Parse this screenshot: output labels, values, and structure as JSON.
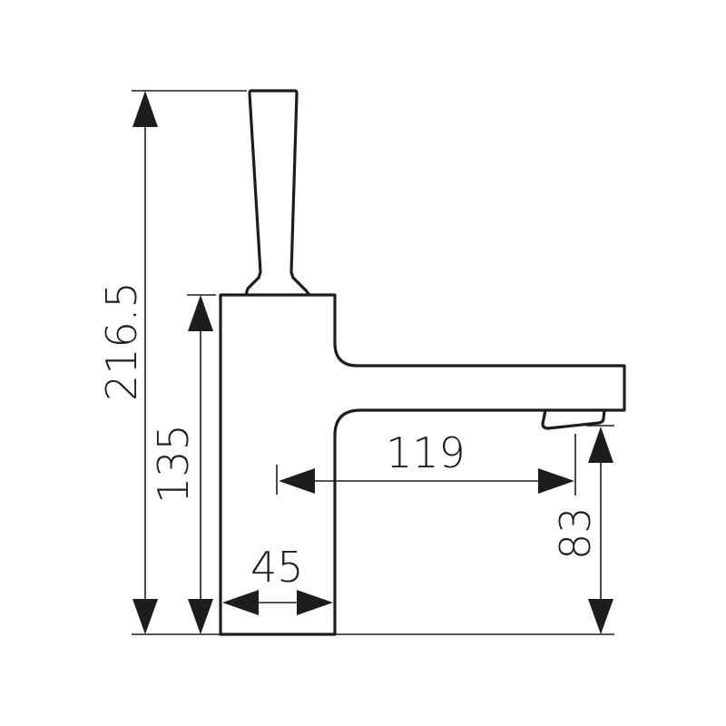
{
  "title": "Basin tap dimension drawing",
  "colors": {
    "line": "#1d1d1b",
    "background": "#ffffff"
  },
  "dimensions": {
    "overall_height": {
      "label": "216.5",
      "orientation": "vertical"
    },
    "body_height": {
      "label": "135",
      "orientation": "vertical"
    },
    "spout_reach": {
      "label": "119",
      "orientation": "horizontal"
    },
    "spout_height": {
      "label": "83",
      "orientation": "vertical"
    },
    "body_width": {
      "label": "45",
      "orientation": "horizontal"
    }
  },
  "parts": [
    "handle",
    "body",
    "spout",
    "aerator"
  ]
}
